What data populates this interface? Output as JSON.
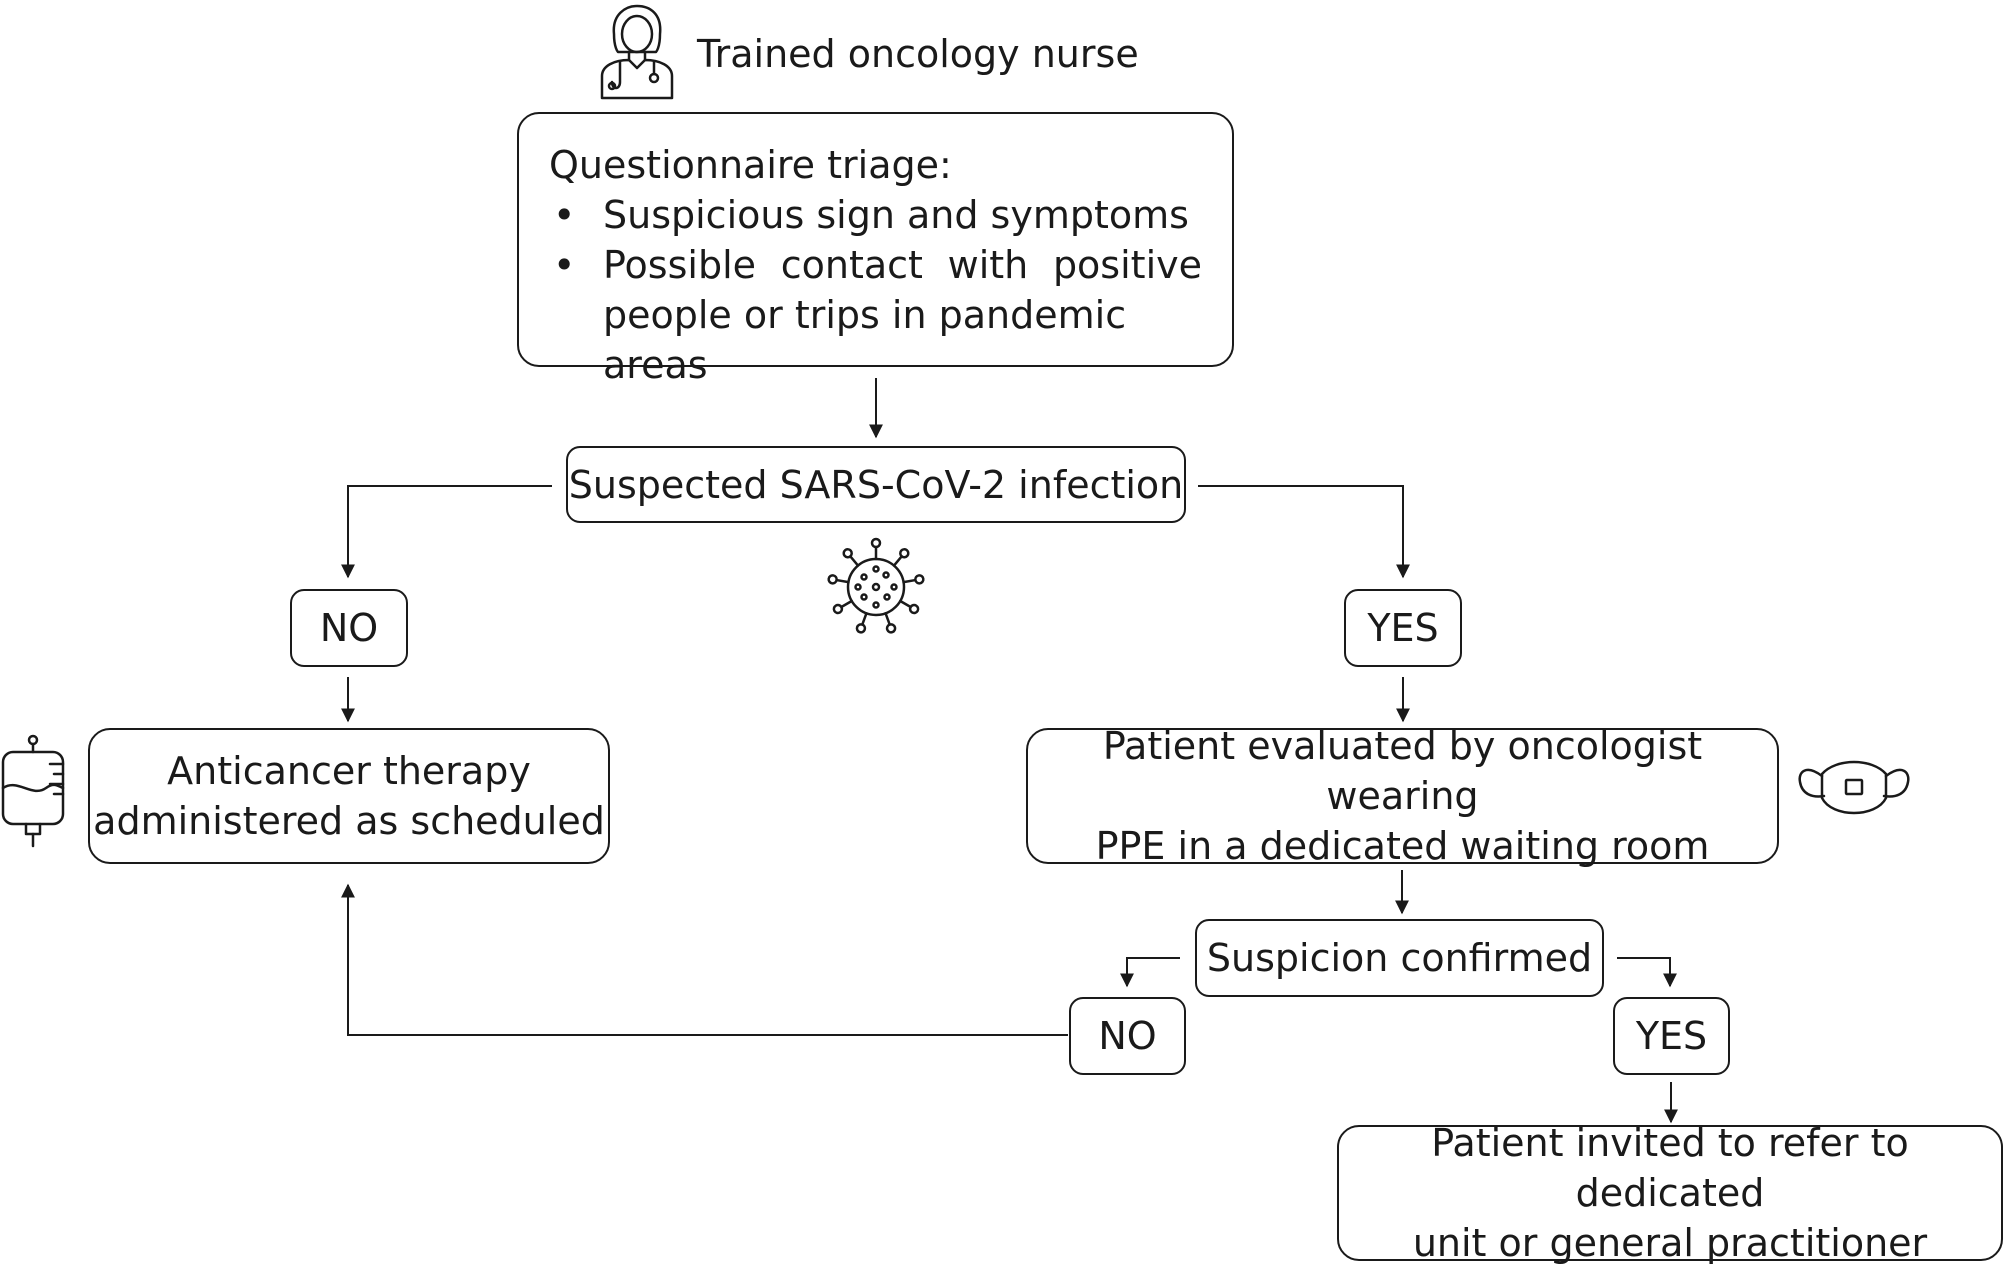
{
  "header": {
    "role_label": "Trained oncology nurse",
    "icons": {
      "nurse": "nurse-icon",
      "virus": "virus-icon",
      "iv_bag": "iv-bag-icon",
      "mask": "face-mask-icon"
    }
  },
  "triage": {
    "title": "Questionnaire triage:",
    "items": [
      "Suspicious sign and symptoms",
      "Possible contact with positive",
      "people or trips in pandemic areas"
    ]
  },
  "suspected": {
    "label": "Suspected SARS-CoV-2 infection"
  },
  "branch1": {
    "no": "NO",
    "yes": "YES"
  },
  "therapy": {
    "line1": "Anticancer therapy",
    "line2": "administered as scheduled"
  },
  "evaluated": {
    "line1": "Patient evaluated by oncologist wearing",
    "line2": "PPE in a dedicated waiting room"
  },
  "confirmed": {
    "label": "Suspicion confirmed"
  },
  "branch2": {
    "no": "NO",
    "yes": "YES"
  },
  "referral": {
    "line1": "Patient invited to refer to dedicated",
    "line2": "unit or general practitioner"
  },
  "colors": {
    "stroke": "#1a1a1a",
    "background": "#ffffff"
  }
}
